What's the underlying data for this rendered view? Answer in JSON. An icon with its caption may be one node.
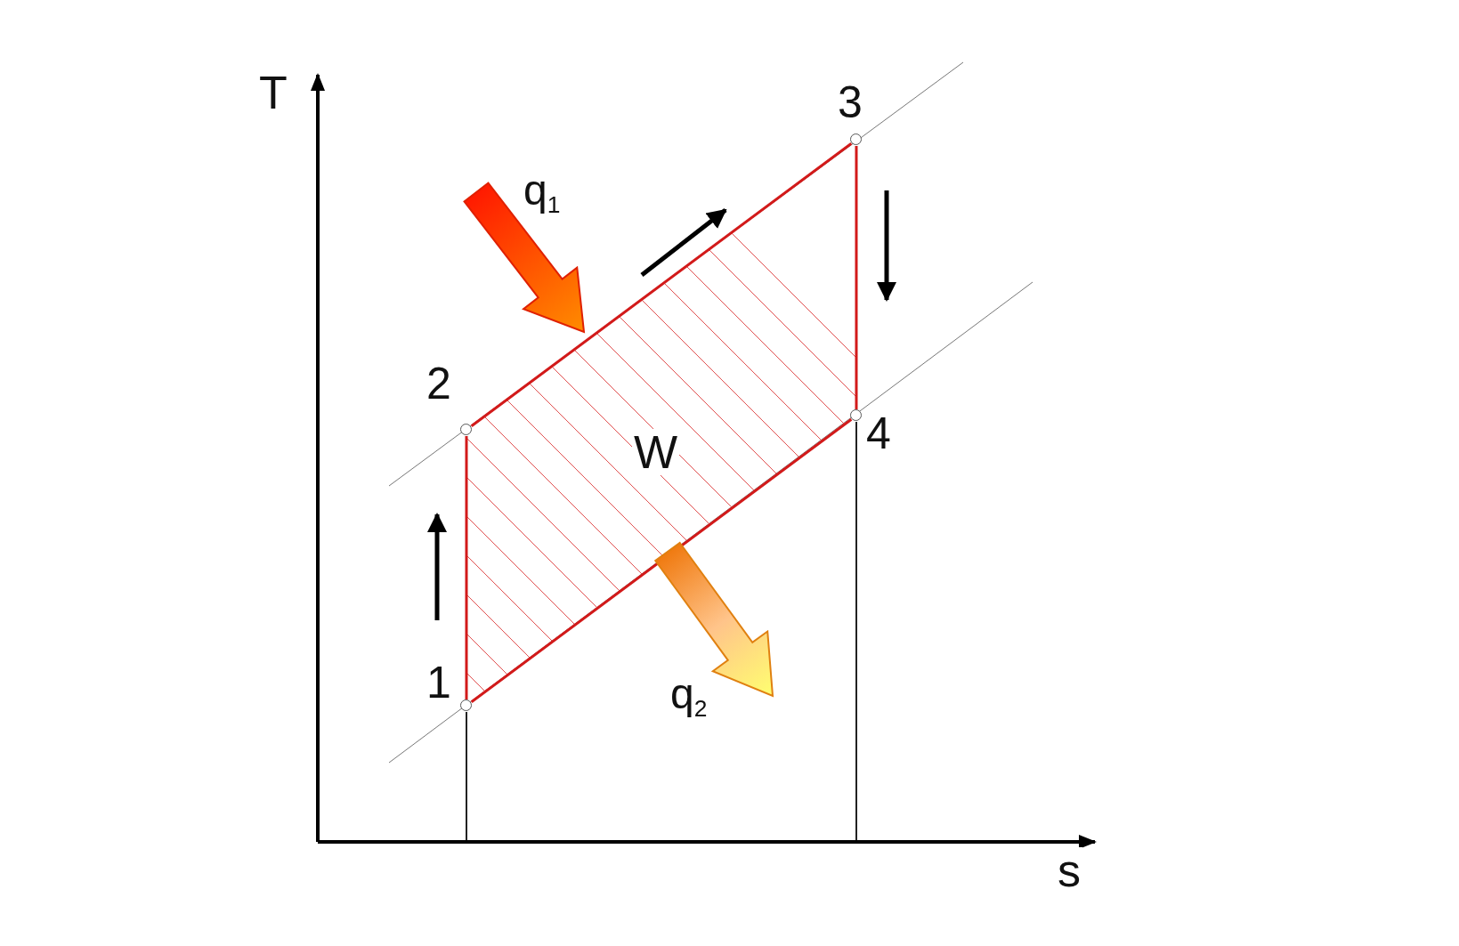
{
  "diagram": {
    "nodes": [
      {
        "text": [],
        "shape": "circle",
        "beside": [
          "1"
        ]
      },
      {
        "text": [],
        "shape": "circle",
        "beside": [
          "2"
        ]
      },
      {
        "text": [],
        "shape": "circle",
        "beside": [
          "3"
        ]
      },
      {
        "text": [],
        "shape": "circle",
        "beside": [
          "4"
        ]
      }
    ],
    "edges": [
      {
        "from": 0,
        "to": 1,
        "arrow": "none"
      },
      {
        "from": 1,
        "to": 2,
        "arrow": "none"
      },
      {
        "from": 2,
        "to": 3,
        "arrow": "none"
      },
      {
        "from": 3,
        "to": 0,
        "arrow": "none"
      }
    ],
    "labels": [
      "T",
      "q$_{1}$",
      "W",
      "q$_{2}$",
      "s"
    ]
  }
}
